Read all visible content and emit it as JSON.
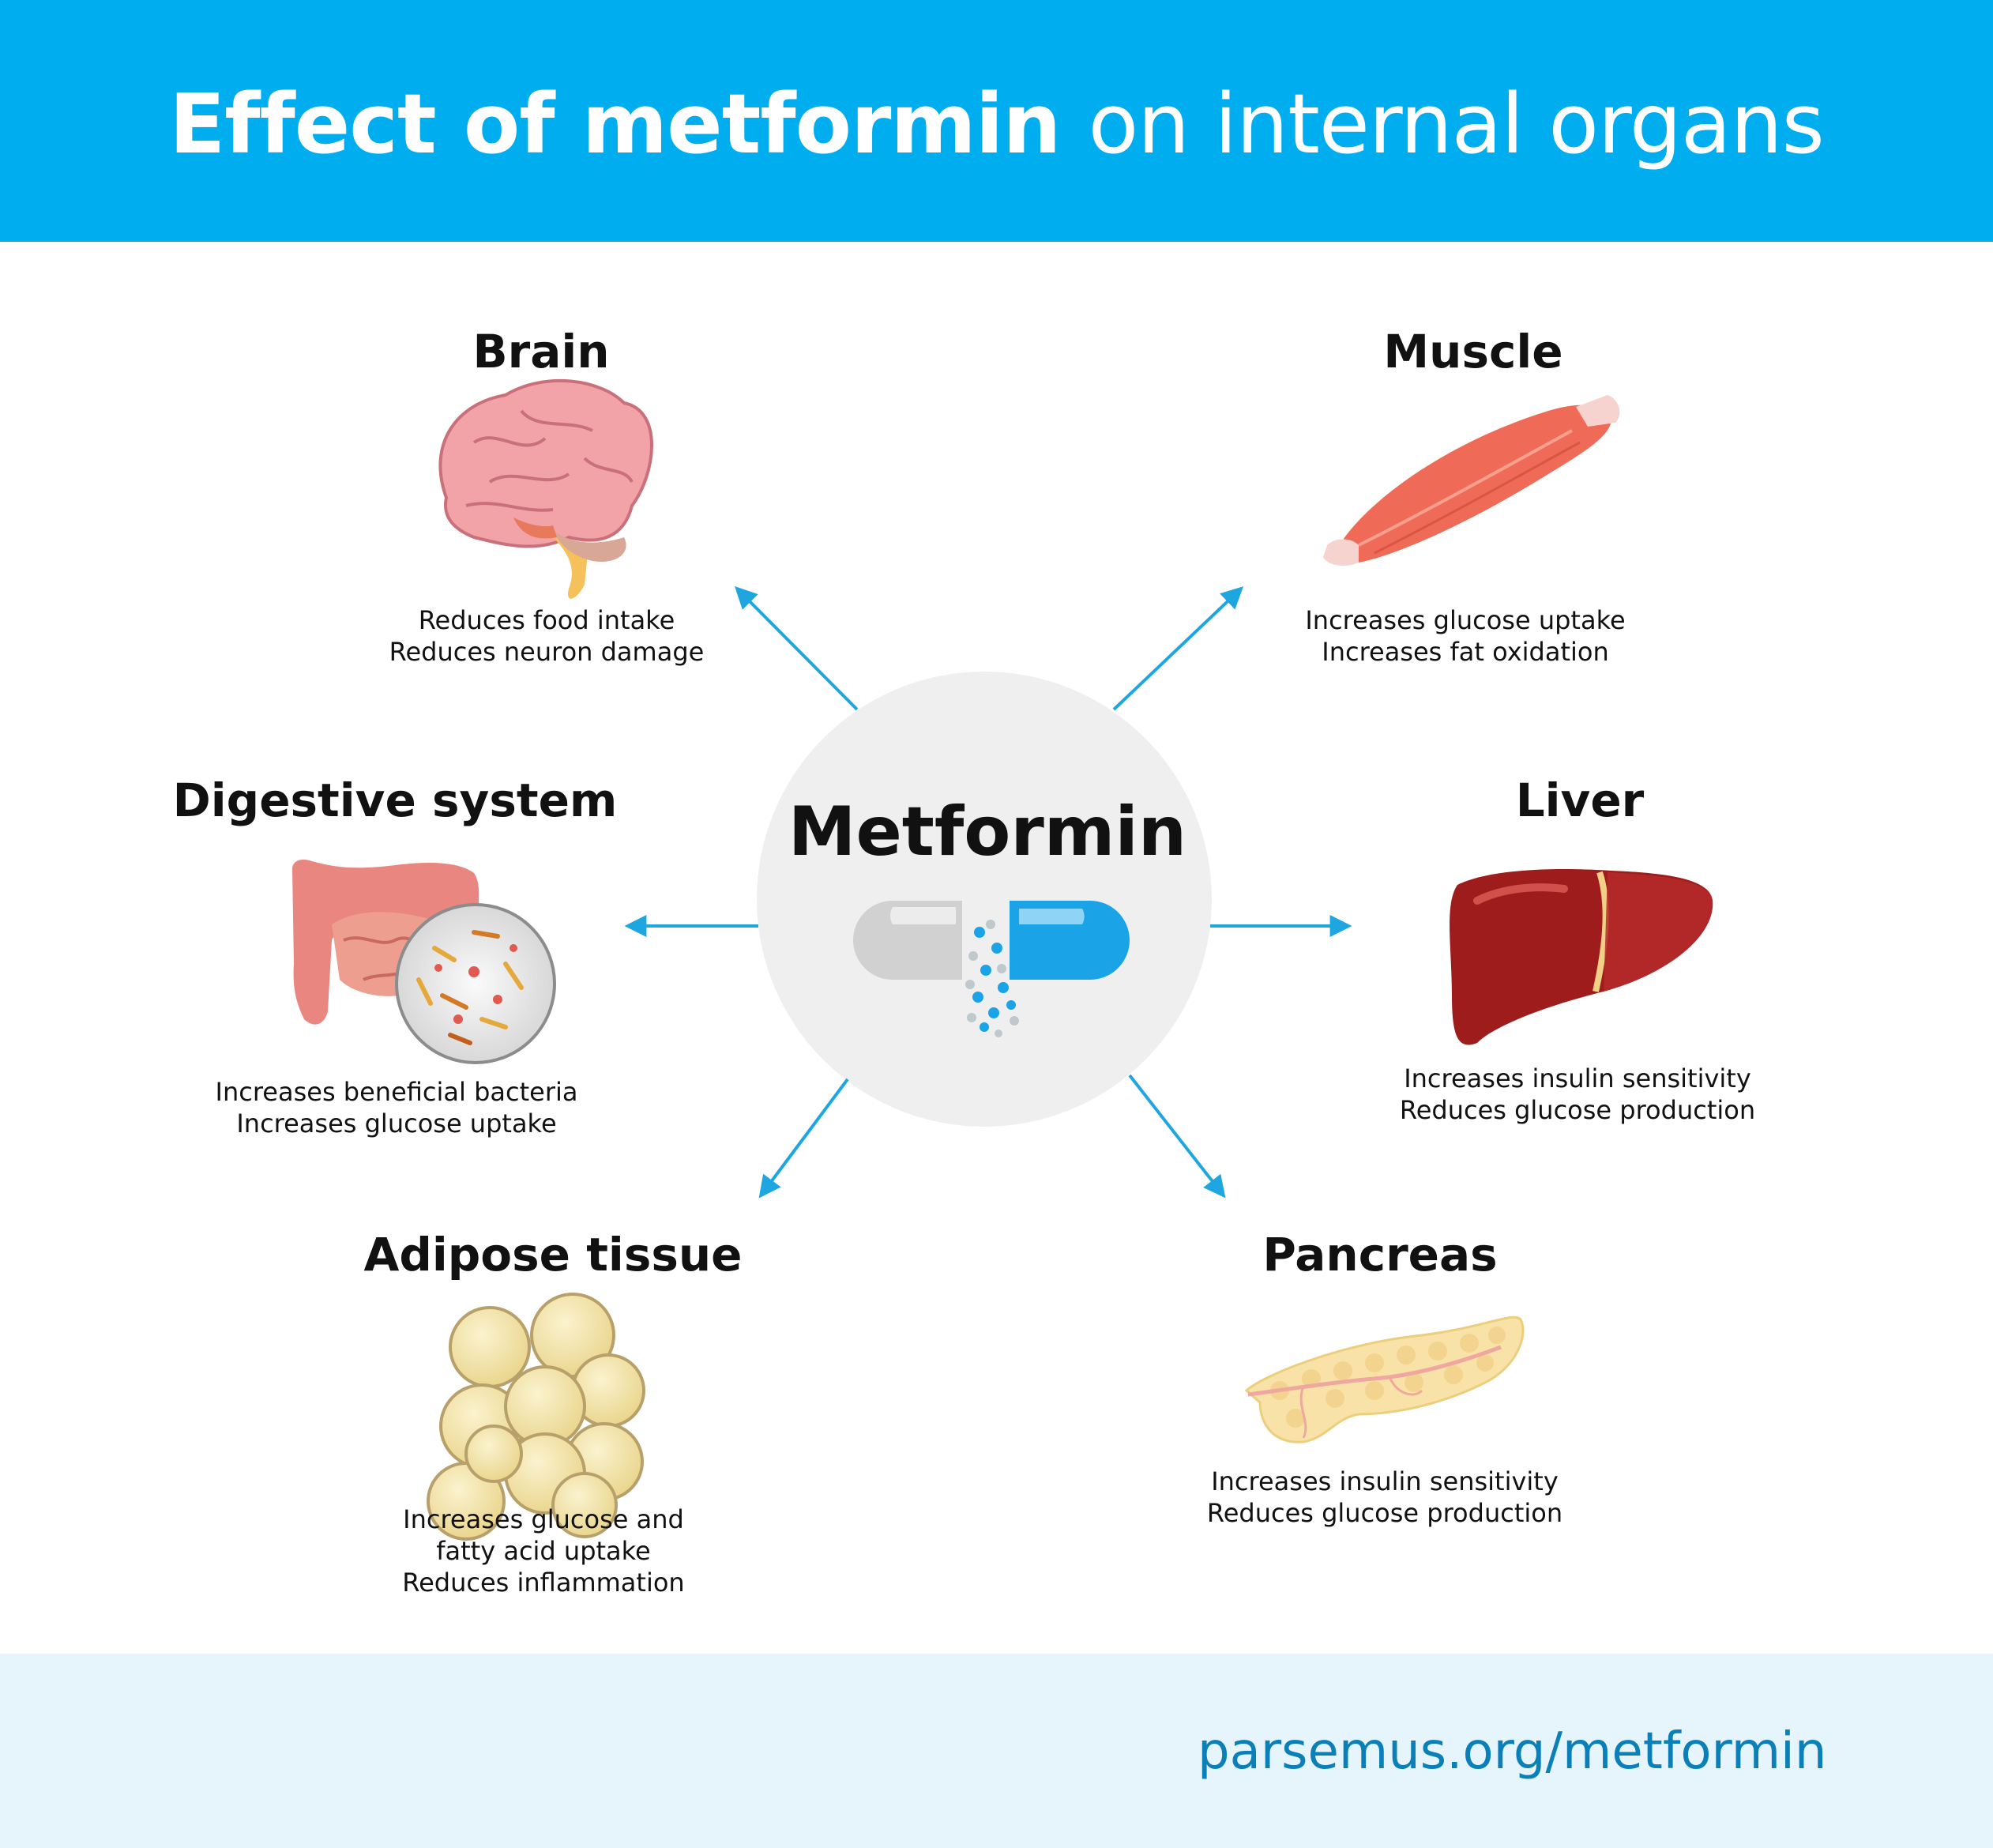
{
  "title": {
    "bold": "Effect of metformin",
    "light": "on internal organs"
  },
  "center": {
    "label": "Metformin"
  },
  "organs": {
    "brain": {
      "title": "Brain",
      "lines": [
        "Reduces food intake",
        "Reduces neuron damage"
      ]
    },
    "muscle": {
      "title": "Muscle",
      "lines": [
        "Increases glucose uptake",
        "Increases fat oxidation"
      ]
    },
    "digestive": {
      "title": "Digestive system",
      "lines": [
        "Increases beneficial bacteria",
        "Increases glucose uptake"
      ]
    },
    "liver": {
      "title": "Liver",
      "lines": [
        "Increases insulin sensitivity",
        "Reduces glucose production"
      ]
    },
    "adipose": {
      "title": "Adipose tissue",
      "lines": [
        "Increases glucose and",
        "fatty acid uptake",
        "Reduces inflammation"
      ]
    },
    "pancreas": {
      "title": "Pancreas",
      "lines": [
        "Increases insulin sensitivity",
        "Reduces glucose production"
      ]
    }
  },
  "footer": {
    "link": "parsemus.org/metformin"
  },
  "colors": {
    "header": "#00adef",
    "arrow": "#1ea6e0",
    "footer_bg": "#e6f5fc",
    "footer_text": "#0a7fb8"
  }
}
